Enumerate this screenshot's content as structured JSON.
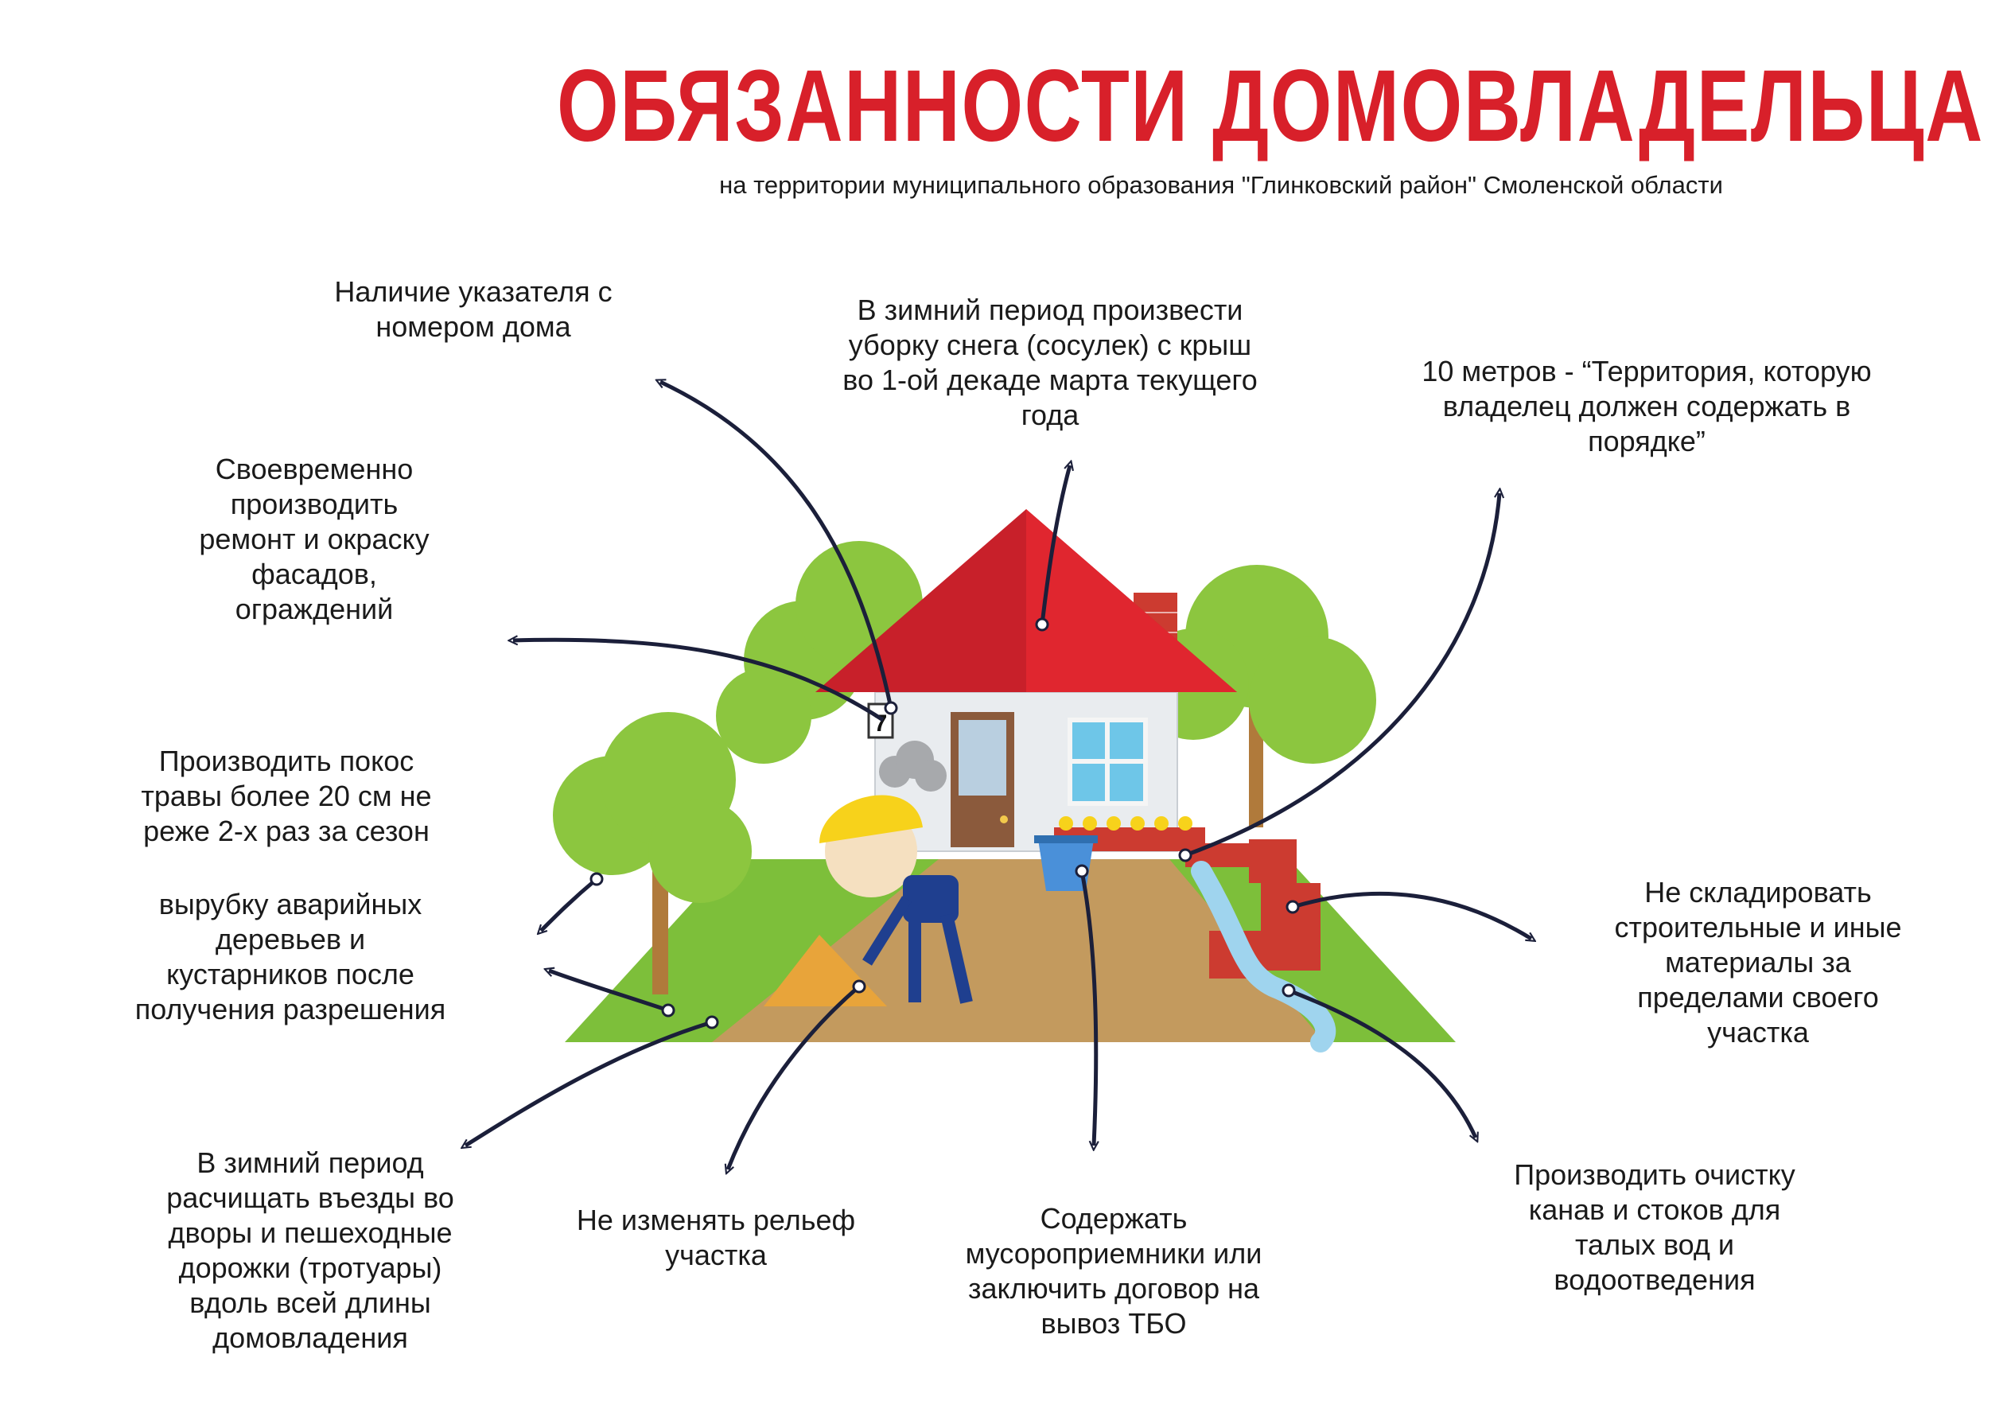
{
  "title": "ОБЯЗАННОСТИ ДОМОВЛАДЕЛЬЦА",
  "subtitle": "на территории муниципального образования \"Глинковский район\" Смоленской области",
  "house_number": "7",
  "colors": {
    "title": "#d8202a",
    "roof": "#c8202a",
    "wall": "#e9ecef",
    "grass": "#7dbf3a",
    "path": "#c39a5e",
    "tree": "#8cc63f",
    "trunk": "#b07a3b",
    "brick": "#cc3b30",
    "arrow": "#1b1f3a",
    "helmet": "#f7d21b"
  },
  "labels": {
    "sign": "Наличие указателя с\nномером дома",
    "snow_roof": "В зимний период произвести\nуборку снега (сосулек) с крыш\nво 1-ой декаде марта текущего\nгода",
    "territory": "10 метров - “Территория, которую\nвладелец должен содержать в\nпорядке”",
    "facade": "Своевременно\nпроизводить\nремонт и окраску\nфасадов,\nограждений",
    "grass": "Производить покос\nтравы более 20 см не\nреже 2-х раз за сезон",
    "trees": "вырубку аварийных\nдеревьев и\nкустарников после\nполучения разрешения",
    "materials": "Не складировать\nстроительные и иные\nматериалы за\nпределами своего\nучастка",
    "winter_paths": "В зимний период\nрасчищать въезды во\nдворы и пешеходные\nдорожки (тротуары)\nвдоль всей длины\nдомовладения",
    "relief": "Не изменять рельеф\nучастка",
    "waste": "Содержать\nмусороприемники или\nзаключить договор на\nвывоз ТБО",
    "ditches": "Производить очистку\nканав и стоков для\nталых вод и\nводоотведения"
  }
}
